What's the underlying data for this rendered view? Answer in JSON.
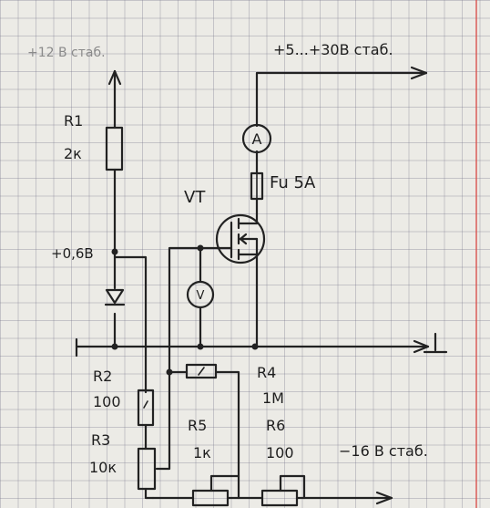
{
  "labels": {
    "supply_in": "+12 В стаб.",
    "supply_out": "+5...+30В стаб.",
    "r1_name": "R1",
    "r1_value": "2к",
    "node_voltage": "+0,6В",
    "vt": "VT",
    "ammeter": "A",
    "voltmeter": "V",
    "fuse": "Fu 5A",
    "ground": "⊥",
    "r2_name": "R2",
    "r2_value": "100",
    "r3_name": "R3",
    "r3_value": "10к",
    "r4_name": "R4",
    "r4_value": "1M",
    "r5_name": "R5",
    "r5_value": "1к",
    "r6_name": "R6",
    "r6_value": "100",
    "neg_supply": "−16 В стаб."
  },
  "colors": {
    "ink": "#222222",
    "margin_line": "#d9534f",
    "paper": "#ecebe6"
  }
}
